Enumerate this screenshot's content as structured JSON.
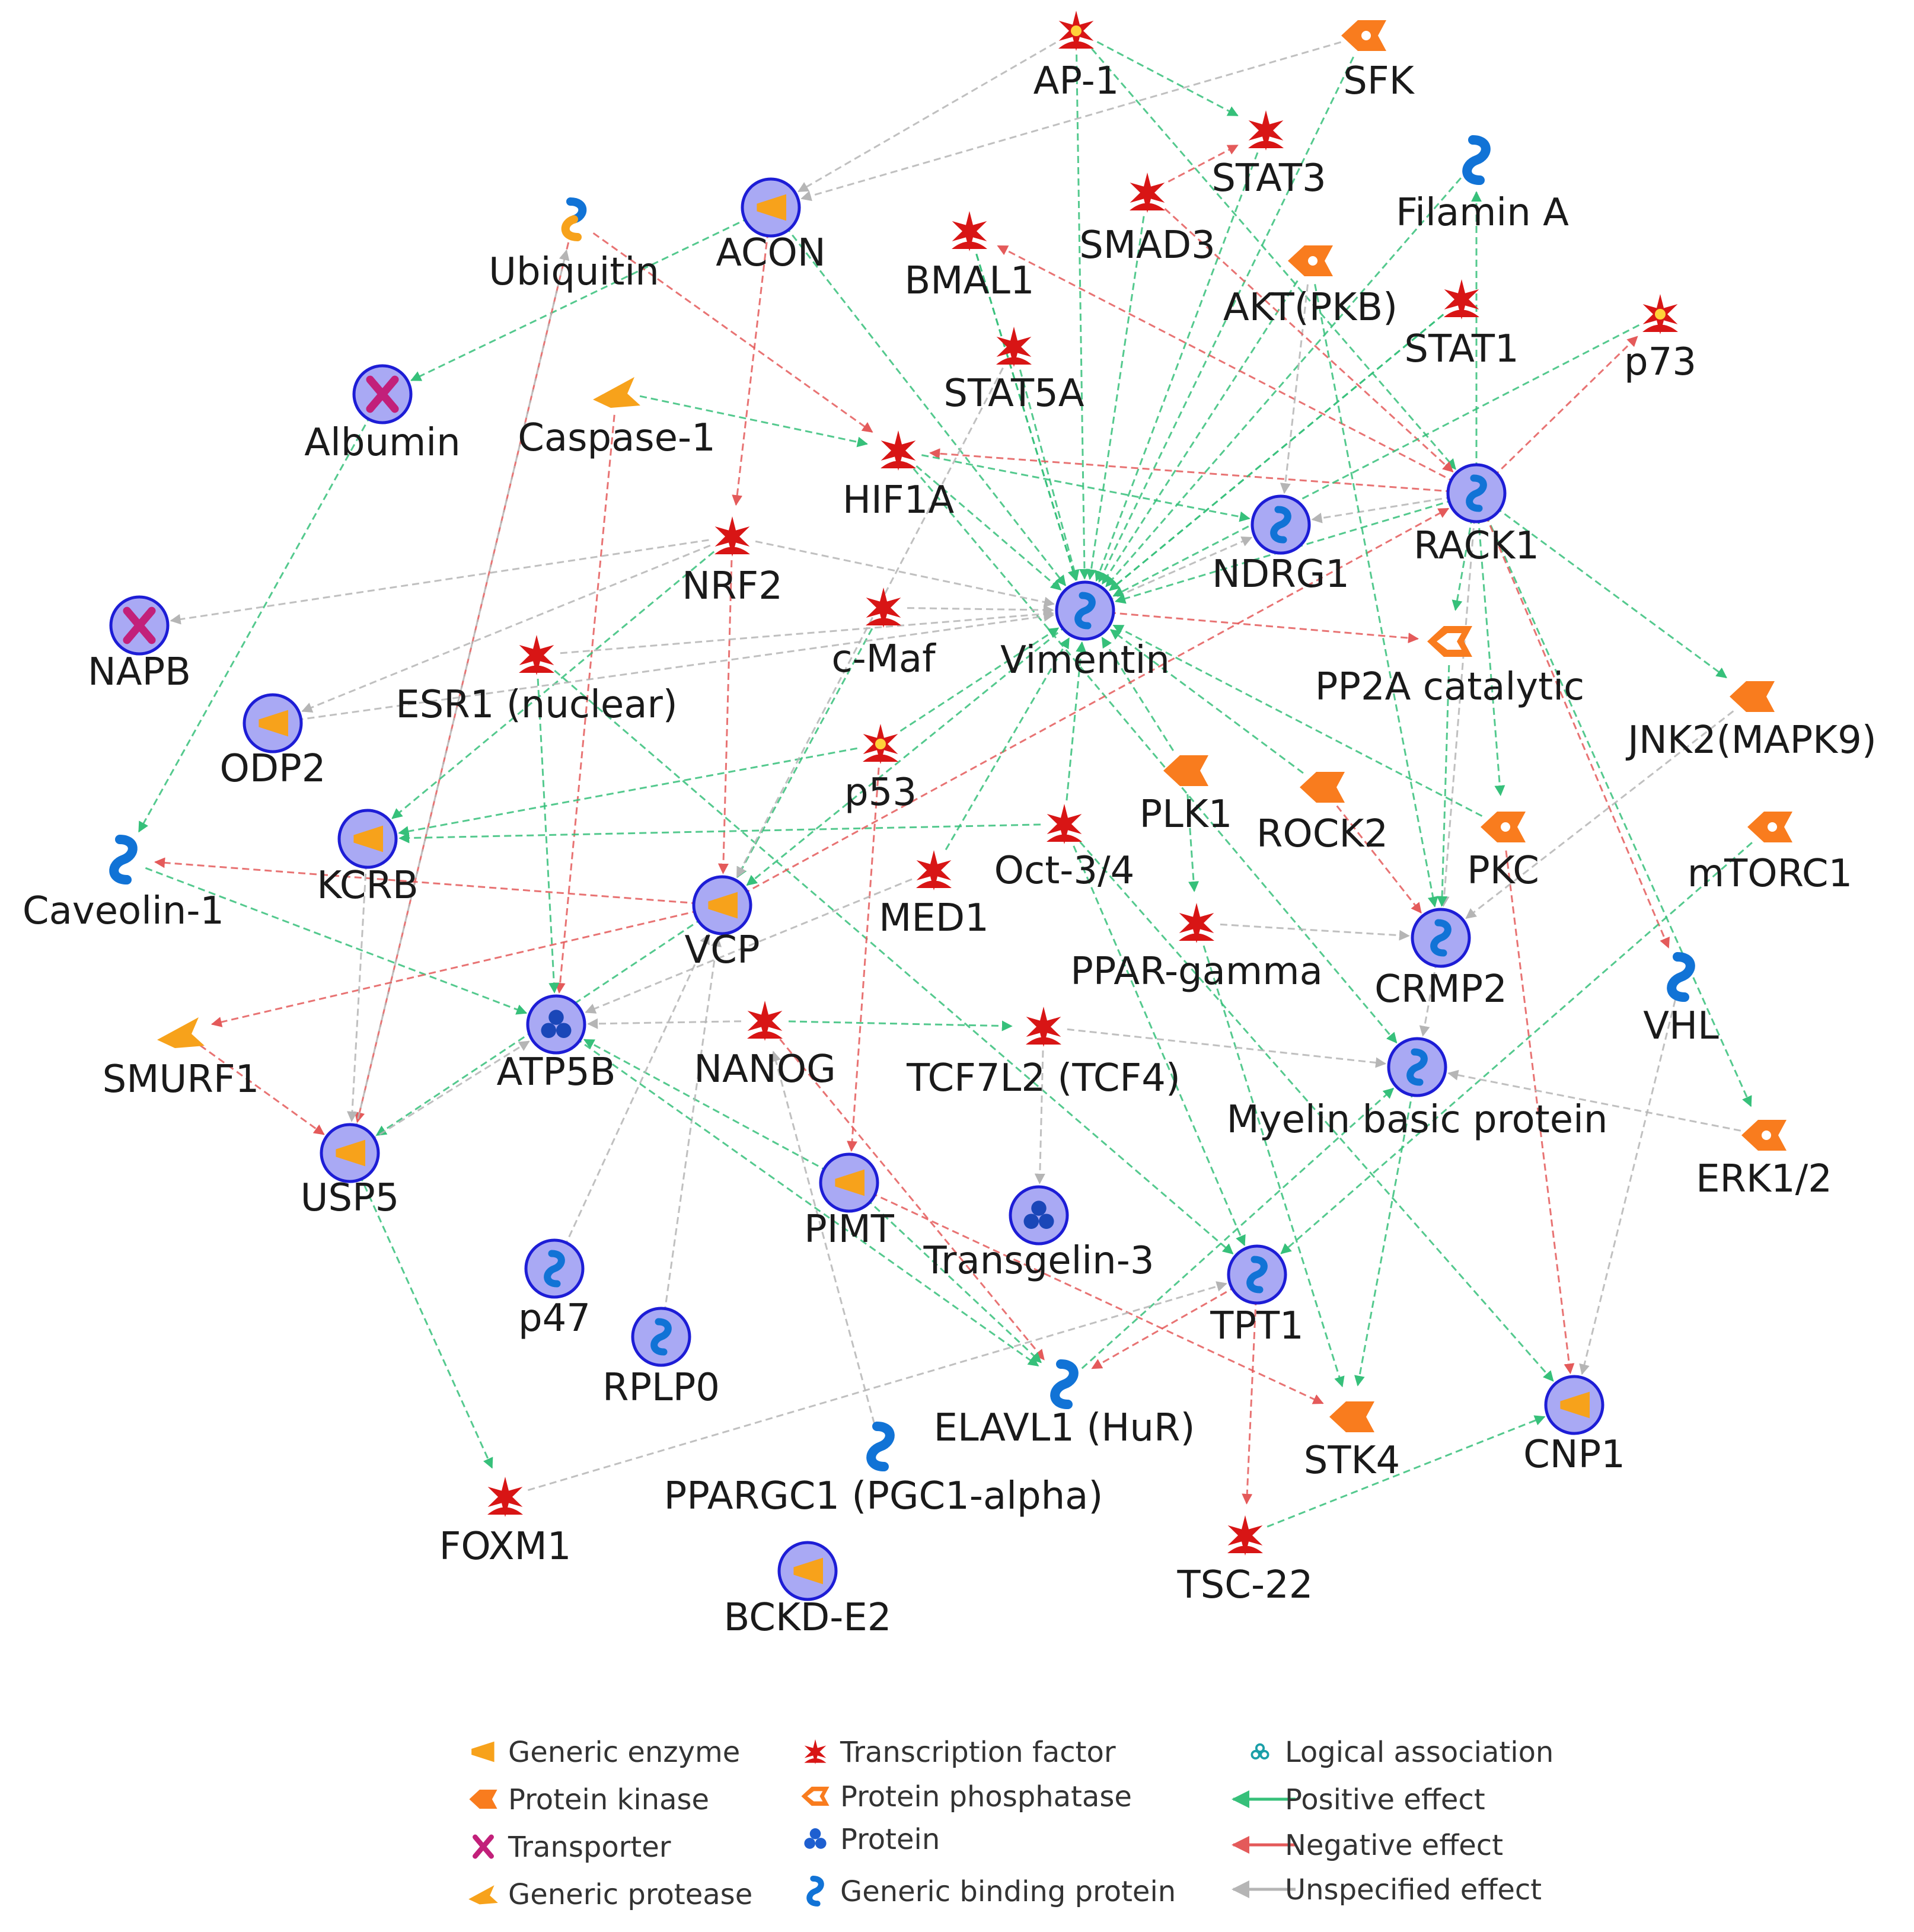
{
  "colors": {
    "positive": "#36c07a",
    "negative": "#e45a5a",
    "unspecified": "#b5b5b5",
    "circle_fill": "#a9a9f4",
    "circle_stroke": "#1d1dd6",
    "enzyme": "#f7a21b",
    "kinase": "#f97c1e",
    "tf": "#d81515",
    "transporter": "#c2207a",
    "binding": "#1173d6",
    "protein": "#1e5fd0",
    "logical": "#1a9fa8"
  },
  "nodes": [
    {
      "id": "AP1",
      "label": "AP-1",
      "type": "tf_core"
    },
    {
      "id": "SFK",
      "label": "SFK",
      "type": "kinase_dot"
    },
    {
      "id": "STAT3",
      "label": "STAT3",
      "type": "tf"
    },
    {
      "id": "FilaminA",
      "label": "Filamin A",
      "type": "binding"
    },
    {
      "id": "ACON",
      "label": "ACON",
      "type": "enzyme_circle"
    },
    {
      "id": "SMAD3",
      "label": "SMAD3",
      "type": "tf"
    },
    {
      "id": "Ubiquitin",
      "label": "Ubiquitin",
      "type": "binding_ubq"
    },
    {
      "id": "BMAL1",
      "label": "BMAL1",
      "type": "tf"
    },
    {
      "id": "AKT",
      "label": "AKT(PKB)",
      "type": "kinase_dot"
    },
    {
      "id": "STAT1",
      "label": "STAT1",
      "type": "tf"
    },
    {
      "id": "p73",
      "label": "p73",
      "type": "tf_core"
    },
    {
      "id": "Albumin",
      "label": "Albumin",
      "type": "transporter_circle"
    },
    {
      "id": "Caspase1",
      "label": "Caspase-1",
      "type": "protease"
    },
    {
      "id": "STAT5A",
      "label": "STAT5A",
      "type": "tf"
    },
    {
      "id": "HIF1A",
      "label": "HIF1A",
      "type": "tf"
    },
    {
      "id": "RACK1",
      "label": "RACK1",
      "type": "binding_circle"
    },
    {
      "id": "NDRG1",
      "label": "NDRG1",
      "type": "binding_circle"
    },
    {
      "id": "NRF2",
      "label": "NRF2",
      "type": "tf"
    },
    {
      "id": "NAPB",
      "label": "NAPB",
      "type": "transporter_circle"
    },
    {
      "id": "Vimentin",
      "label": "Vimentin",
      "type": "binding_circle"
    },
    {
      "id": "cMaf",
      "label": "c-Maf",
      "type": "tf"
    },
    {
      "id": "ESR1",
      "label": "ESR1 (nuclear)",
      "type": "tf"
    },
    {
      "id": "PP2A",
      "label": "PP2A catalytic",
      "type": "phosphatase"
    },
    {
      "id": "ODP2",
      "label": "ODP2",
      "type": "enzyme_circle"
    },
    {
      "id": "JNK2",
      "label": "JNK2(MAPK9)",
      "type": "kinase"
    },
    {
      "id": "PLK1",
      "label": "PLK1",
      "type": "kinase"
    },
    {
      "id": "ROCK2",
      "label": "ROCK2",
      "type": "kinase"
    },
    {
      "id": "p53",
      "label": "p53",
      "type": "tf_core"
    },
    {
      "id": "KCRB",
      "label": "KCRB",
      "type": "enzyme_circle"
    },
    {
      "id": "PKC",
      "label": "PKC",
      "type": "kinase_dot"
    },
    {
      "id": "mTORC1",
      "label": "mTORC1",
      "type": "kinase_dot"
    },
    {
      "id": "Oct34",
      "label": "Oct-3/4",
      "type": "tf"
    },
    {
      "id": "Caveolin1",
      "label": "Caveolin-1",
      "type": "binding"
    },
    {
      "id": "VCP",
      "label": "VCP",
      "type": "enzyme_circle"
    },
    {
      "id": "MED1",
      "label": "MED1",
      "type": "tf"
    },
    {
      "id": "PPARG",
      "label": "PPAR-gamma",
      "type": "tf"
    },
    {
      "id": "CRMP2",
      "label": "CRMP2",
      "type": "binding_circle"
    },
    {
      "id": "VHL",
      "label": "VHL",
      "type": "binding"
    },
    {
      "id": "SMURF1",
      "label": "SMURF1",
      "type": "protease"
    },
    {
      "id": "ATP5B",
      "label": "ATP5B",
      "type": "protein_circle"
    },
    {
      "id": "NANOG",
      "label": "NANOG",
      "type": "tf"
    },
    {
      "id": "TCF7L2",
      "label": "TCF7L2 (TCF4)",
      "type": "tf"
    },
    {
      "id": "MBP",
      "label": "Myelin basic protein",
      "type": "binding_circle"
    },
    {
      "id": "ERK12",
      "label": "ERK1/2",
      "type": "kinase_dot"
    },
    {
      "id": "USP5",
      "label": "USP5",
      "type": "enzyme_circle"
    },
    {
      "id": "PIMT",
      "label": "PIMT",
      "type": "enzyme_circle"
    },
    {
      "id": "Transgelin3",
      "label": "Transgelin-3",
      "type": "protein_circle"
    },
    {
      "id": "TPT1",
      "label": "TPT1",
      "type": "binding_circle"
    },
    {
      "id": "p47",
      "label": "p47",
      "type": "binding_circle"
    },
    {
      "id": "RPLP0",
      "label": "RPLP0",
      "type": "binding_circle"
    },
    {
      "id": "HuR",
      "label": "ELAVL1 (HuR)",
      "type": "binding"
    },
    {
      "id": "STK4",
      "label": "STK4",
      "type": "kinase"
    },
    {
      "id": "CNP1",
      "label": "CNP1",
      "type": "enzyme_circle"
    },
    {
      "id": "PGC1",
      "label": "PPARGC1 (PGC1-alpha)",
      "type": "binding"
    },
    {
      "id": "FOXM1",
      "label": "FOXM1",
      "type": "tf"
    },
    {
      "id": "TSC22",
      "label": "TSC-22",
      "type": "tf"
    },
    {
      "id": "BCKD",
      "label": "BCKD-E2",
      "type": "enzyme_circle"
    }
  ],
  "edges": [
    [
      "AP1",
      "Vimentin",
      "pos"
    ],
    [
      "SFK",
      "Vimentin",
      "pos"
    ],
    [
      "STAT3",
      "Vimentin",
      "pos"
    ],
    [
      "FilaminA",
      "Vimentin",
      "pos"
    ],
    [
      "SMAD3",
      "Vimentin",
      "pos"
    ],
    [
      "AKT",
      "Vimentin",
      "pos"
    ],
    [
      "STAT1",
      "Vimentin",
      "pos"
    ],
    [
      "STAT5A",
      "Vimentin",
      "pos"
    ],
    [
      "BMAL1",
      "Vimentin",
      "pos"
    ],
    [
      "RACK1",
      "Vimentin",
      "pos"
    ],
    [
      "ACON",
      "Vimentin",
      "pos"
    ],
    [
      "HIF1A",
      "Vimentin",
      "pos"
    ],
    [
      "AP1",
      "ACON",
      "uns"
    ],
    [
      "SFK",
      "ACON",
      "uns"
    ],
    [
      "AP1",
      "STAT3",
      "pos"
    ],
    [
      "AP1",
      "RACK1",
      "pos"
    ],
    [
      "SMAD3",
      "STAT3",
      "neg"
    ],
    [
      "RACK1",
      "HIF1A",
      "neg"
    ],
    [
      "RACK1",
      "BMAL1",
      "neg"
    ],
    [
      "RACK1",
      "p73",
      "neg"
    ],
    [
      "RACK1",
      "NDRG1",
      "uns"
    ],
    [
      "RACK1",
      "PP2A",
      "pos"
    ],
    [
      "RACK1",
      "JNK2",
      "pos"
    ],
    [
      "RACK1",
      "PKC",
      "pos"
    ],
    [
      "RACK1",
      "CRMP2",
      "uns"
    ],
    [
      "RACK1",
      "ERK12",
      "pos"
    ],
    [
      "RACK1",
      "VHL",
      "neg"
    ],
    [
      "RACK1",
      "FilaminA",
      "pos"
    ],
    [
      "ACON",
      "Albumin",
      "pos"
    ],
    [
      "ACON",
      "NRF2",
      "neg"
    ],
    [
      "Ubiquitin",
      "USP5",
      "neg"
    ],
    [
      "USP5",
      "Ubiquitin",
      "uns"
    ],
    [
      "Ubiquitin",
      "HIF1A",
      "neg"
    ],
    [
      "Albumin",
      "Caveolin1",
      "pos"
    ],
    [
      "Caspase1",
      "HIF1A",
      "pos"
    ],
    [
      "Caspase1",
      "ATP5B",
      "neg"
    ],
    [
      "HIF1A",
      "NDRG1",
      "pos"
    ],
    [
      "HIF1A",
      "MBP",
      "pos"
    ],
    [
      "NRF2",
      "Vimentin",
      "uns"
    ],
    [
      "NRF2",
      "VCP",
      "neg"
    ],
    [
      "NRF2",
      "NAPB",
      "uns"
    ],
    [
      "NRF2",
      "KCRB",
      "pos"
    ],
    [
      "NRF2",
      "ODP2",
      "uns"
    ],
    [
      "Vimentin",
      "PP2A",
      "neg"
    ],
    [
      "Vimentin",
      "NDRG1",
      "uns"
    ],
    [
      "Vimentin",
      "VCP",
      "pos"
    ],
    [
      "cMaf",
      "VCP",
      "pos"
    ],
    [
      "cMaf",
      "Vimentin",
      "uns"
    ],
    [
      "ESR1",
      "Vimentin",
      "uns"
    ],
    [
      "ESR1",
      "ATP5B",
      "pos"
    ],
    [
      "ESR1",
      "TPT1",
      "pos"
    ],
    [
      "p53",
      "Vimentin",
      "pos"
    ],
    [
      "p53",
      "PIMT",
      "neg"
    ],
    [
      "p53",
      "KCRB",
      "pos"
    ],
    [
      "PLK1",
      "Vimentin",
      "pos"
    ],
    [
      "PLK1",
      "PPARG",
      "pos"
    ],
    [
      "ROCK2",
      "Vimentin",
      "pos"
    ],
    [
      "ROCK2",
      "CRMP2",
      "neg"
    ],
    [
      "PKC",
      "CNP1",
      "neg"
    ],
    [
      "PKC",
      "Vimentin",
      "pos"
    ],
    [
      "mTORC1",
      "TPT1",
      "pos"
    ],
    [
      "Oct34",
      "KCRB",
      "pos"
    ],
    [
      "Oct34",
      "TPT1",
      "pos"
    ],
    [
      "Oct34",
      "CNP1",
      "pos"
    ],
    [
      "Oct34",
      "Vimentin",
      "pos"
    ],
    [
      "Caveolin1",
      "ATP5B",
      "pos"
    ],
    [
      "VCP",
      "Caveolin1",
      "neg"
    ],
    [
      "VCP",
      "SMURF1",
      "neg"
    ],
    [
      "VCP",
      "RACK1",
      "neg"
    ],
    [
      "VCP",
      "USP5",
      "pos"
    ],
    [
      "MED1",
      "Vimentin",
      "pos"
    ],
    [
      "MED1",
      "ATP5B",
      "uns"
    ],
    [
      "PPARG",
      "CRMP2",
      "uns"
    ],
    [
      "PPARG",
      "STK4",
      "pos"
    ],
    [
      "SMURF1",
      "USP5",
      "neg"
    ],
    [
      "NANOG",
      "ATP5B",
      "uns"
    ],
    [
      "NANOG",
      "TCF7L2",
      "pos"
    ],
    [
      "NANOG",
      "HuR",
      "neg"
    ],
    [
      "TCF7L2",
      "Transgelin3",
      "uns"
    ],
    [
      "TCF7L2",
      "MBP",
      "uns"
    ],
    [
      "MBP",
      "STK4",
      "pos"
    ],
    [
      "ERK12",
      "MBP",
      "uns"
    ],
    [
      "USP5",
      "FOXM1",
      "pos"
    ],
    [
      "USP5",
      "ATP5B",
      "uns"
    ],
    [
      "PIMT",
      "STK4",
      "neg"
    ],
    [
      "PIMT",
      "HuR",
      "pos"
    ],
    [
      "PIMT",
      "ATP5B",
      "pos"
    ],
    [
      "TPT1",
      "TSC22",
      "neg"
    ],
    [
      "TPT1",
      "HuR",
      "neg"
    ],
    [
      "TSC22",
      "CNP1",
      "pos"
    ],
    [
      "HuR",
      "MBP",
      "pos"
    ],
    [
      "FOXM1",
      "TPT1",
      "uns"
    ],
    [
      "STAT5A",
      "VCP",
      "uns"
    ],
    [
      "AKT",
      "NDRG1",
      "uns"
    ],
    [
      "SMAD3",
      "RACK1",
      "neg"
    ],
    [
      "PP2A",
      "CRMP2",
      "pos"
    ],
    [
      "VHL",
      "CNP1",
      "uns"
    ],
    [
      "BMAL1",
      "Vimentin",
      "pos"
    ],
    [
      "p47",
      "VCP",
      "uns"
    ],
    [
      "RPLP0",
      "VCP",
      "uns"
    ],
    [
      "PGC1",
      "NANOG",
      "uns"
    ],
    [
      "JNK2",
      "CRMP2",
      "uns"
    ],
    [
      "AKT",
      "CRMP2",
      "pos"
    ],
    [
      "CRMP2",
      "MBP",
      "uns"
    ],
    [
      "KCRB",
      "USP5",
      "uns"
    ],
    [
      "ATP5B",
      "HuR",
      "pos"
    ],
    [
      "STAT1",
      "Vimentin",
      "pos"
    ],
    [
      "p73",
      "Vimentin",
      "pos"
    ],
    [
      "ODP2",
      "Vimentin",
      "uns"
    ]
  ],
  "legend": [
    {
      "icon": "enzyme",
      "label": "Generic enzyme"
    },
    {
      "icon": "kinase",
      "label": "Protein kinase"
    },
    {
      "icon": "transporter",
      "label": "Transporter"
    },
    {
      "icon": "protease",
      "label": "Generic protease"
    },
    {
      "icon": "tf",
      "label": "Transcription factor"
    },
    {
      "icon": "phosphatase",
      "label": "Protein phosphatase"
    },
    {
      "icon": "protein",
      "label": "Protein"
    },
    {
      "icon": "binding",
      "label": "Generic binding protein"
    },
    {
      "icon": "logical",
      "label": "Logical association"
    },
    {
      "icon": "pos_arrow",
      "label": "Positive effect"
    },
    {
      "icon": "neg_arrow",
      "label": "Negative effect"
    },
    {
      "icon": "uns_arrow",
      "label": "Unspecified effect"
    }
  ]
}
